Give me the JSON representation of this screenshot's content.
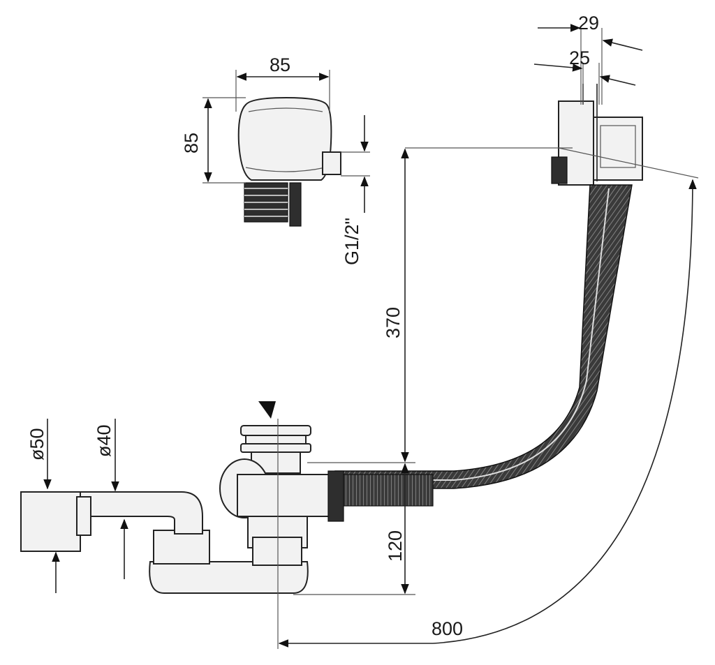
{
  "dimensions": {
    "cover_width": "85",
    "cover_height": "85",
    "thread": "G1/2\"",
    "overflow_outer": "29",
    "overflow_inner": "25",
    "height_370": "370",
    "height_120": "120",
    "length_800": "800",
    "pipe_outer": "ø50",
    "pipe_inner": "ø40"
  }
}
